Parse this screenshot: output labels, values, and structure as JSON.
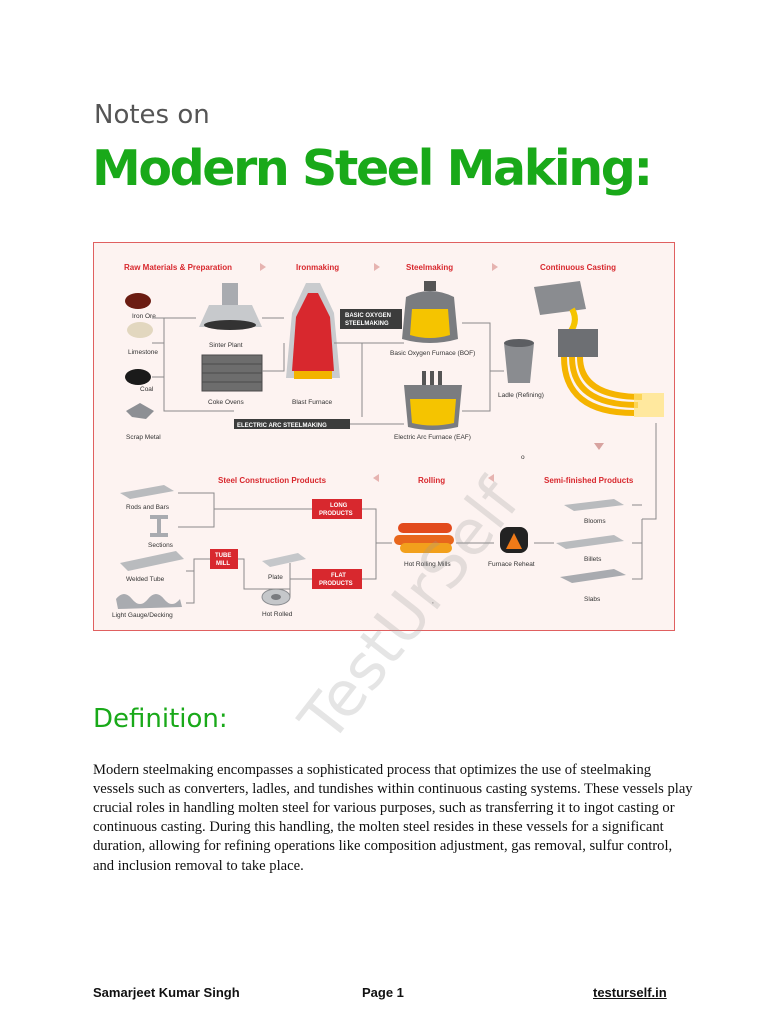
{
  "header": {
    "pre_title": "Notes on",
    "title": "Modern Steel Making:"
  },
  "diagram": {
    "stages": {
      "raw": "Raw Materials & Preparation",
      "iron": "Ironmaking",
      "steel": "Steelmaking",
      "casting": "Continuous Casting",
      "semi": "Semi-finished Products",
      "rolling": "Rolling",
      "construction": "Steel Construction Products"
    },
    "labels": {
      "iron_ore": "Iron Ore",
      "limestone": "Limestone",
      "coal": "Coal",
      "scrap": "Scrap Metal",
      "sinter": "Sinter Plant",
      "coke": "Coke Ovens",
      "blast": "Blast Furnace",
      "bof": "Basic Oxygen Furnace (BOF)",
      "eaf": "Electric Arc Furnace (EAF)",
      "ladle": "Ladle (Refining)",
      "blooms": "Blooms",
      "billets": "Billets",
      "slabs": "Slabs",
      "reheat": "Furnace Reheat",
      "hot_rolling": "Hot Rolling Mills",
      "rods": "Rods and Bars",
      "sections": "Sections",
      "welded": "Welded Tube",
      "light": "Light Gauge/Decking",
      "plate": "Plate",
      "hot_rolled": "Hot Rolled"
    },
    "boxes": {
      "bos_1": "BASIC OXYGEN",
      "bos_2": "STEELMAKING",
      "eas": "ELECTRIC ARC STEELMAKING",
      "long_1": "LONG",
      "long_2": "PRODUCTS",
      "flat_1": "FLAT",
      "flat_2": "PRODUCTS",
      "tube_1": "TUBE",
      "tube_2": "MILL"
    }
  },
  "definition": {
    "heading": "Definition:",
    "body": "Modern steelmaking encompasses a sophisticated process that optimizes the use of steelmaking vessels such as converters, ladles, and tundishes within continuous casting systems. These vessels play crucial roles in handling molten steel for various purposes, such as transferring it to ingot casting or continuous casting. During this handling, the molten steel resides in these vessels for a significant duration, allowing for refining operations like composition adjustment, gas removal, sulfur control, and inclusion removal to take place."
  },
  "watermark": "TestUrSelf",
  "footer": {
    "author": "Samarjeet Kumar Singh",
    "page": "Page 1",
    "site": "testurself.in"
  },
  "colors": {
    "title_green": "#19a919",
    "diagram_red": "#d8282e",
    "molten_yellow": "#f5c400"
  }
}
